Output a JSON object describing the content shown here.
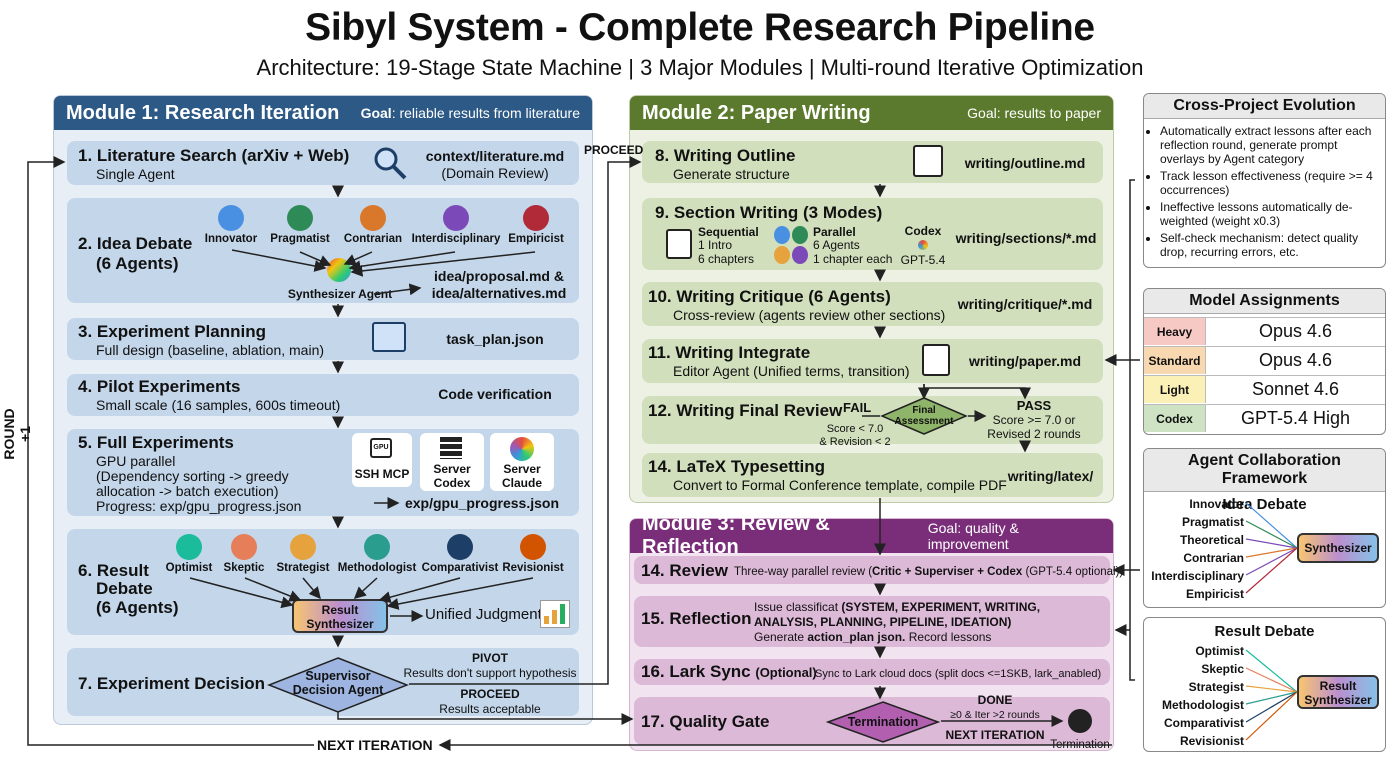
{
  "header": {
    "title": "Sibyl System - Complete Research Pipeline",
    "subtitle": "Architecture: 19-Stage State Machine | 3 Major Modules | Multi-round Iterative Optimization"
  },
  "colors": {
    "m1": "#2d5986",
    "m2": "#5c7a2e",
    "m3": "#7a2e7a"
  },
  "module1": {
    "title": "Module 1: Research Iteration",
    "goal_key": "Goal",
    "goal": ": reliable results from literature",
    "s1": {
      "title": "1. Literature Search (arXiv + Web)",
      "desc": "Single Agent",
      "file1": "context/literature.md",
      "file2": "(Domain Review)"
    },
    "s2": {
      "title": "2. Idea Debate",
      "sub": "(6 Agents)",
      "agents": [
        "Innovator",
        "Pragmatist",
        "Contrarian",
        "Interdisciplinary",
        "Empiricist"
      ],
      "synth": "Synthesizer Agent",
      "file1": "idea/proposal.md &",
      "file2": "idea/alternatives.md"
    },
    "s3": {
      "title": "3. Experiment Planning",
      "desc": "Full design (baseline, ablation, main)",
      "file": "task_plan.json"
    },
    "s4": {
      "title": "4. Pilot Experiments",
      "desc": "Small scale (16 samples, 600s timeout)",
      "file": "Code verification"
    },
    "s5": {
      "title": "5. Full Experiments",
      "d1": "GPU parallel",
      "d2": "(Dependency sorting -> greedy",
      "d3": "allocation -> batch execution)",
      "d4": "Progress: exp/gpu_progress.json",
      "t1": "SSH MCP",
      "t2a": "Server",
      "t2b": "Codex",
      "t3a": "Server",
      "t3b": "Claude",
      "file": "exp/gpu_progress.json",
      "gpu": "GPU"
    },
    "s6": {
      "title": "6. Result",
      "title2": "Debate",
      "sub": "(6 Agents)",
      "agents": [
        "Optimist",
        "Skeptic",
        "Strategist",
        "Methodologist",
        "Comparativist",
        "Revisionist"
      ],
      "synth1": "Result",
      "synth2": "Synthesizer",
      "judg": "Unified Judgment"
    },
    "s7": {
      "title": "7. Experiment Decision",
      "d1": "Supervisor",
      "d2": "Decision Agent",
      "pivot": "PIVOT",
      "pivot_d": "Results don't support hypothesis",
      "proceed": "PROCEED",
      "proceed_d": "Results acceptable"
    }
  },
  "labels": {
    "proceed": "PROCEED",
    "round": "ROUND +1",
    "next": "NEXT ITERATION"
  },
  "module2": {
    "title": "Module 2: Paper Writing",
    "goal": "Goal: results to paper",
    "s8": {
      "title": "8. Writing Outline",
      "desc": "Generate structure",
      "file": "writing/outline.md"
    },
    "s9": {
      "title": "9. Section Writing (3 Modes)",
      "seq": "Sequential",
      "seq1": "1 Intro",
      "seq2": "6 chapters",
      "par": "Parallel",
      "par1": "6 Agents",
      "par2": "1 chapter each",
      "codex": "Codex",
      "codex2": "GPT-5.4",
      "file": "writing/sections/*.md"
    },
    "s10": {
      "title": "10. Writing Critique (6 Agents)",
      "desc": "Cross-review (agents review other sections)",
      "file": "writing/critique/*.md"
    },
    "s11": {
      "title": "11. Writing Integrate",
      "desc": "Editor Agent (Unified terms, transition)",
      "file": "writing/paper.md"
    },
    "s12": {
      "title": "12. Writing Final Review",
      "fail": "FAIL",
      "fail1": "Score < 7.0",
      "fail2": "& Revision < 2",
      "d1": "Final",
      "d2": "Assessment",
      "pass": "PASS",
      "pass1": "Score >= 7.0 or",
      "pass2": "Revised 2 rounds"
    },
    "s14": {
      "title": "14. LaTeX Typesetting",
      "desc": "Convert to Formal Conference template, compile PDF",
      "file": "writing/latex/"
    }
  },
  "module3": {
    "title": "Module 3: Review & Reflection",
    "goal": "Goal: quality & improvement",
    "s14": {
      "title": "14. Review",
      "desc": "Three-way parallel review (",
      "bold": "Critic + Superviser + Codex",
      "desc2": " (GPT-5.4 optional))"
    },
    "s15": {
      "title": "15. Reflection",
      "l1a": "Issue classificat ",
      "l1b": "(SYSTEM, EXPERIMENT, WRITING,",
      "l2": "ANALYSIS, PLANNING, PIPELINE, IDEATION)",
      "l3a": "Generate ",
      "l3b": "action_plan json.",
      "l3c": " Record lessons"
    },
    "s16": {
      "title": "16. Lark Sync",
      "opt": "(Optional)",
      "desc": "Sync to Lark cloud docs (split docs <=1SKB, lark_anabled)"
    },
    "s17": {
      "title": "17. Quality Gate",
      "term": "Termination",
      "done": "DONE",
      "done1": "≥0 & Iter >2 rounds",
      "next": "NEXT ITERATION",
      "term2": "Termination"
    }
  },
  "evolution": {
    "title": "Cross-Project Evolution",
    "items": [
      "Automatically extract lessons after each reflection round, generate prompt overlays by Agent category",
      "Track lesson effectiveness (require >= 4 occurrences)",
      "Ineffective lessons automatically de-weighted (weight x0.3)",
      "Self-check mechanism: detect quality drop, recurring errors, etc."
    ]
  },
  "models": {
    "title": "Model Assignments",
    "rows": [
      {
        "k": "Heavy",
        "v": "Opus 4.6",
        "c": "#f6c9c4"
      },
      {
        "k": "Standard",
        "v": "Opus 4.6",
        "c": "#f8d8b0"
      },
      {
        "k": "Light",
        "v": "Sonnet 4.6",
        "c": "#fbf0b6"
      },
      {
        "k": "Codex",
        "v": "GPT-5.4 High",
        "c": "#cde3c4"
      }
    ]
  },
  "collab": {
    "title": "Agent Collaboration Framework",
    "idea_title": "Idea Debate",
    "idea": [
      "Innovator",
      "Pragmatist",
      "Theoretical",
      "Contrarian",
      "Interdisciplinary",
      "Empiricist"
    ],
    "synth": "Synthesizer",
    "result_title": "Result Debate",
    "result": [
      "Optimist",
      "Skeptic",
      "Strategist",
      "Methodologist",
      "Comparativist",
      "Revisionist"
    ],
    "rsynth1": "Result",
    "rsynth2": "Synthesizer"
  }
}
